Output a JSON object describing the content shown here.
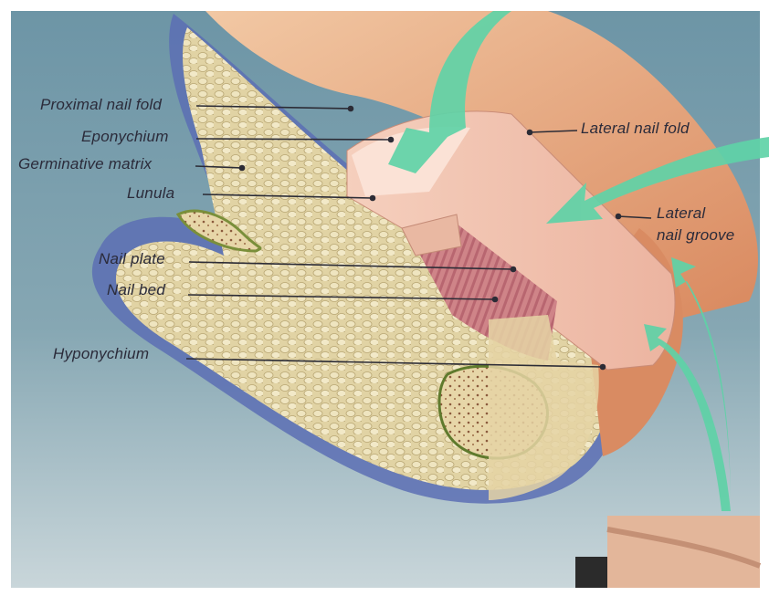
{
  "labels": {
    "proximal_nail_fold": "Proximal nail fold",
    "eponychium": "Eponychium",
    "germinative_matrix": "Germinative matrix",
    "lunula": "Lunula",
    "nail_plate": "Nail plate",
    "nail_bed": "Nail bed",
    "hyponychium": "Hyponychium",
    "lateral_nail_fold": "Lateral nail fold",
    "lateral_nail_groove_line1": "Lateral",
    "lateral_nail_groove_line2": "nail groove"
  },
  "colors": {
    "background": "#6f97a6",
    "skin": "#e9b48f",
    "nail": "#f1c6b2",
    "nail_bed": "#c97b7e",
    "dermis": "#d9c79a",
    "epidermis_blue": "#6e7fc0",
    "arrow": "#5fd1a6",
    "label_text": "#2b2b3a"
  }
}
